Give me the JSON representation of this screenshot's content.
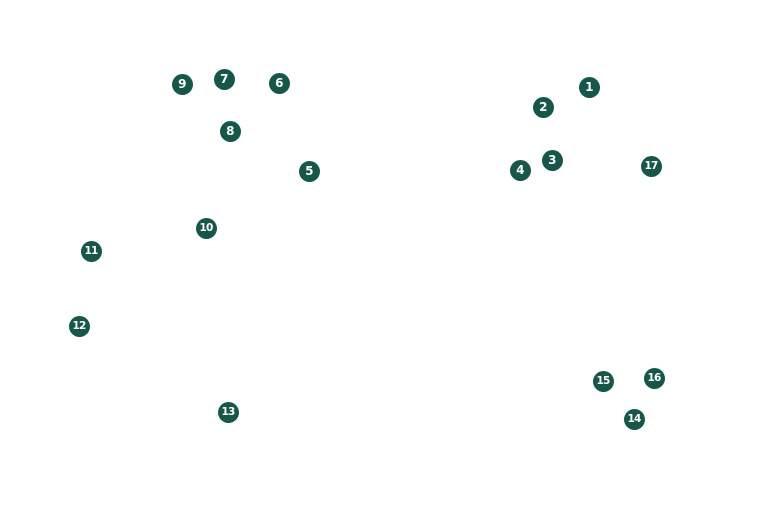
{
  "theme": {
    "marker_color": "#17574a",
    "marker_text_color": "#ffffff",
    "background": "#ffffff"
  },
  "markers": [
    {
      "label": "1"
    },
    {
      "label": "2"
    },
    {
      "label": "3"
    },
    {
      "label": "4"
    },
    {
      "label": "5"
    },
    {
      "label": "6"
    },
    {
      "label": "7"
    },
    {
      "label": "8"
    },
    {
      "label": "9"
    },
    {
      "label": "10"
    },
    {
      "label": "11"
    },
    {
      "label": "12"
    },
    {
      "label": "13"
    },
    {
      "label": "14"
    },
    {
      "label": "15"
    },
    {
      "label": "16"
    },
    {
      "label": "17"
    }
  ]
}
